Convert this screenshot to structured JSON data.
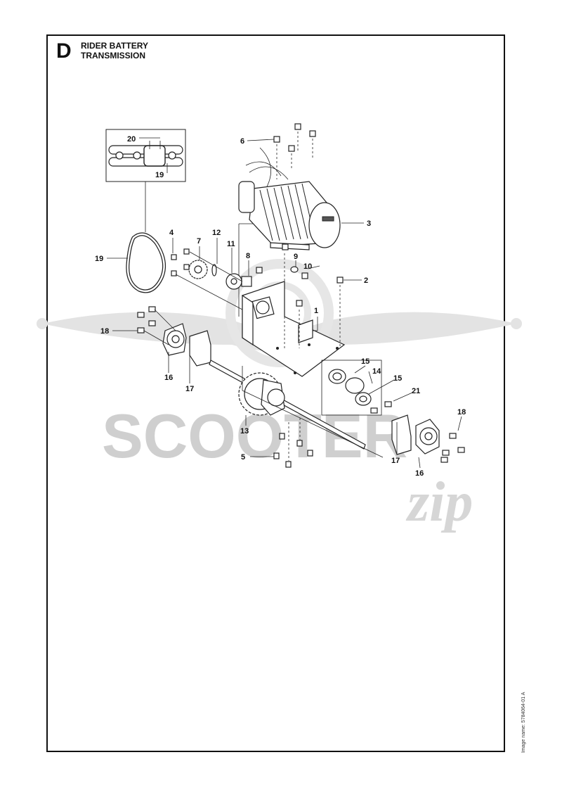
{
  "header": {
    "section_letter": "D",
    "title_line1": "RIDER BATTERY",
    "title_line2": "TRANSMISSION"
  },
  "watermark": {
    "brand": "SCOOTER",
    "script": "zip"
  },
  "footer": {
    "image_name": "Image name: 5784064-01 A"
  },
  "callouts": {
    "c1": "1",
    "c2": "2",
    "c3": "3",
    "c4": "4",
    "c5": "5",
    "c6": "6",
    "c7": "7",
    "c8": "8",
    "c9": "9",
    "c10": "10",
    "c11": "11",
    "c12": "12",
    "c13": "13",
    "c14": "14",
    "c15a": "15",
    "c15b": "15",
    "c16a": "16",
    "c16b": "16",
    "c17a": "17",
    "c17b": "17",
    "c18a": "18",
    "c18b": "18",
    "c19a": "19",
    "c19b": "19",
    "c20": "20",
    "c21": "21"
  },
  "colors": {
    "line": "#222222",
    "watermark": "#cfcfcf",
    "background": "#ffffff"
  }
}
